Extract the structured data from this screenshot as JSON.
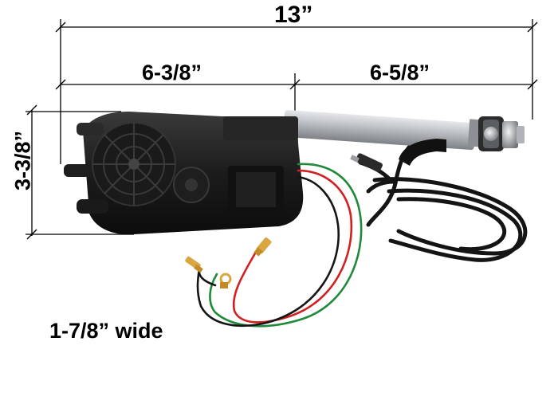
{
  "dimensions": {
    "overall_length": "13”",
    "motor_section_length": "6-3/8”",
    "mast_section_length": "6-5/8”",
    "height": "3-3/8”",
    "width_note": "1-7/8” wide"
  },
  "colors": {
    "housing": "#1c1c1c",
    "mast": "#b9bdc2",
    "wire_red": "#d21f1f",
    "wire_green": "#1f8a3a",
    "wire_black": "#151515",
    "terminal_brass": "#d9a640"
  }
}
